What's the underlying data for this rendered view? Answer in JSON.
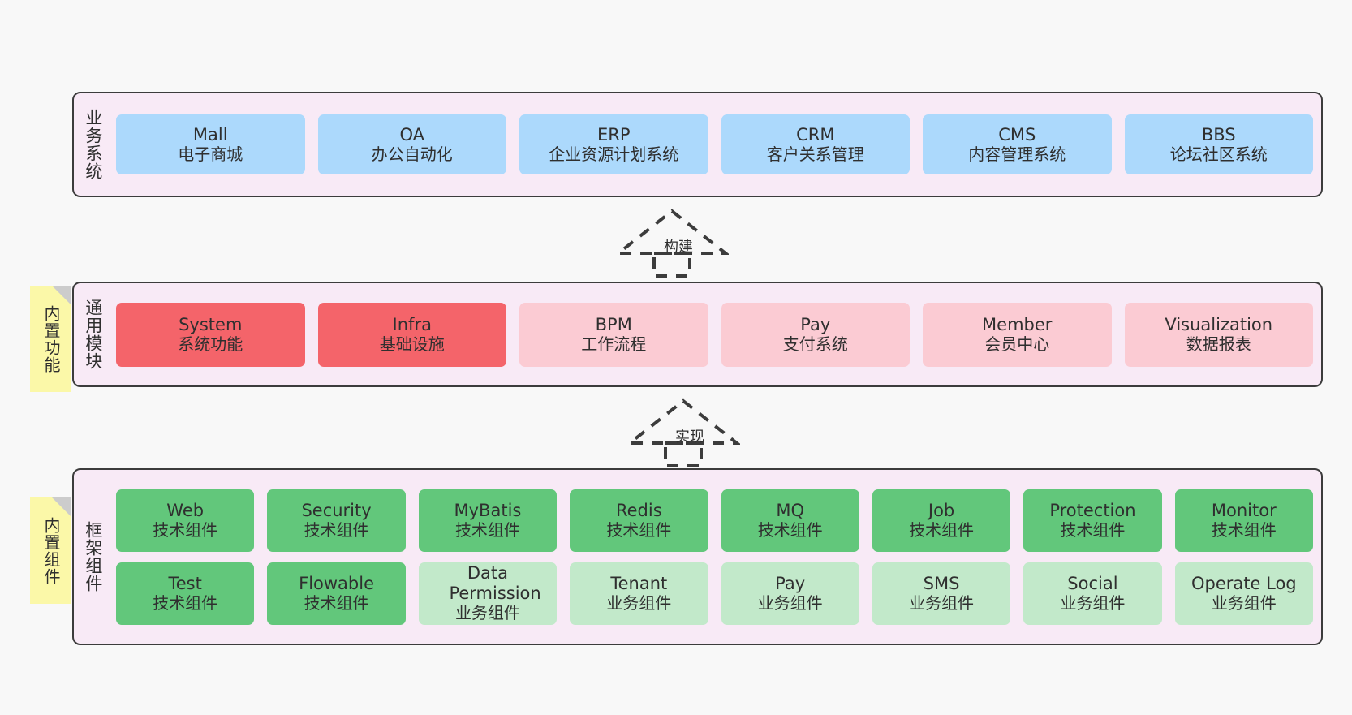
{
  "diagram": {
    "background": "#f8f8f8",
    "border_color": "#3c3c3c",
    "panel_color": "#f8eaf6"
  },
  "notes": [
    {
      "name": "builtin-feature-note",
      "text": "内置功能",
      "color": "#fbf8a8"
    },
    {
      "name": "builtin-component-note",
      "text": "内置组件",
      "color": "#fbf8a8"
    }
  ],
  "connectors": [
    {
      "name": "build-connector",
      "label": "构建",
      "style": "dashed-hollow-triangle-up"
    },
    {
      "name": "implement-connector",
      "label": "实现",
      "style": "dashed-hollow-triangle-up"
    }
  ],
  "layers": [
    {
      "id": "business-system",
      "title": "业务系统",
      "rows": [
        {
          "cells": [
            {
              "en": "Mall",
              "cn": "电子商城",
              "color": "#acd9fc",
              "variant": "c-blue"
            },
            {
              "en": "OA",
              "cn": "办公自动化",
              "color": "#acd9fc",
              "variant": "c-blue"
            },
            {
              "en": "ERP",
              "cn": "企业资源计划系统",
              "color": "#acd9fc",
              "variant": "c-blue"
            },
            {
              "en": "CRM",
              "cn": "客户关系管理",
              "color": "#acd9fc",
              "variant": "c-blue"
            },
            {
              "en": "CMS",
              "cn": "内容管理系统",
              "color": "#acd9fc",
              "variant": "c-blue"
            },
            {
              "en": "BBS",
              "cn": "论坛社区系统",
              "color": "#acd9fc",
              "variant": "c-blue"
            }
          ]
        }
      ]
    },
    {
      "id": "common-module",
      "title": "通用模块",
      "rows": [
        {
          "cells": [
            {
              "en": "System",
              "cn": "系统功能",
              "color": "#f4646a",
              "variant": "c-red"
            },
            {
              "en": "Infra",
              "cn": "基础设施",
              "color": "#f4646a",
              "variant": "c-red"
            },
            {
              "en": "BPM",
              "cn": "工作流程",
              "color": "#fbcbd3",
              "variant": "c-pink"
            },
            {
              "en": "Pay",
              "cn": "支付系统",
              "color": "#fbcbd3",
              "variant": "c-pink"
            },
            {
              "en": "Member",
              "cn": "会员中心",
              "color": "#fbcbd3",
              "variant": "c-pink"
            },
            {
              "en": "Visualization",
              "cn": "数据报表",
              "color": "#fbcbd3",
              "variant": "c-pink"
            }
          ]
        }
      ]
    },
    {
      "id": "framework-component",
      "title": "框架组件",
      "rows": [
        {
          "cells": [
            {
              "en": "Web",
              "cn": "技术组件",
              "color": "#62c77b",
              "variant": "c-green"
            },
            {
              "en": "Security",
              "cn": "技术组件",
              "color": "#62c77b",
              "variant": "c-green"
            },
            {
              "en": "MyBatis",
              "cn": "技术组件",
              "color": "#62c77b",
              "variant": "c-green"
            },
            {
              "en": "Redis",
              "cn": "技术组件",
              "color": "#62c77b",
              "variant": "c-green"
            },
            {
              "en": "MQ",
              "cn": "技术组件",
              "color": "#62c77b",
              "variant": "c-green"
            },
            {
              "en": "Job",
              "cn": "技术组件",
              "color": "#62c77b",
              "variant": "c-green"
            },
            {
              "en": "Protection",
              "cn": "技术组件",
              "color": "#62c77b",
              "variant": "c-green"
            },
            {
              "en": "Monitor",
              "cn": "技术组件",
              "color": "#62c77b",
              "variant": "c-green"
            }
          ]
        },
        {
          "cells": [
            {
              "en": "Test",
              "cn": "技术组件",
              "color": "#62c77b",
              "variant": "c-green"
            },
            {
              "en": "Flowable",
              "cn": "技术组件",
              "color": "#62c77b",
              "variant": "c-green"
            },
            {
              "en": "Data Permission",
              "cn": "业务组件",
              "color": "#c2e9ca",
              "variant": "c-lgreen"
            },
            {
              "en": "Tenant",
              "cn": "业务组件",
              "color": "#c2e9ca",
              "variant": "c-lgreen"
            },
            {
              "en": "Pay",
              "cn": "业务组件",
              "color": "#c2e9ca",
              "variant": "c-lgreen"
            },
            {
              "en": "SMS",
              "cn": "业务组件",
              "color": "#c2e9ca",
              "variant": "c-lgreen"
            },
            {
              "en": "Social",
              "cn": "业务组件",
              "color": "#c2e9ca",
              "variant": "c-lgreen"
            },
            {
              "en": "Operate Log",
              "cn": "业务组件",
              "color": "#c2e9ca",
              "variant": "c-lgreen"
            }
          ]
        }
      ]
    }
  ]
}
